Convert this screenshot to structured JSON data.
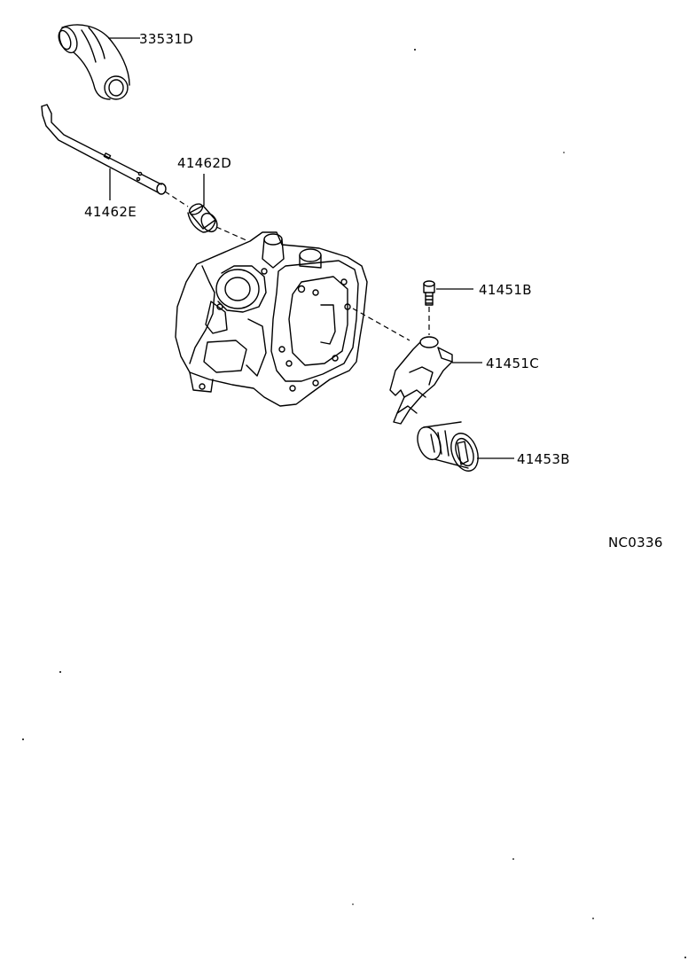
{
  "figure_code": "NC0336",
  "parts": [
    {
      "id": "p1",
      "part_number": "33531D"
    },
    {
      "id": "p2",
      "part_number": "41462D"
    },
    {
      "id": "p3",
      "part_number": "41462E"
    },
    {
      "id": "p4",
      "part_number": "41451B"
    },
    {
      "id": "p5",
      "part_number": "41451C"
    },
    {
      "id": "p6",
      "part_number": "41453B"
    }
  ]
}
